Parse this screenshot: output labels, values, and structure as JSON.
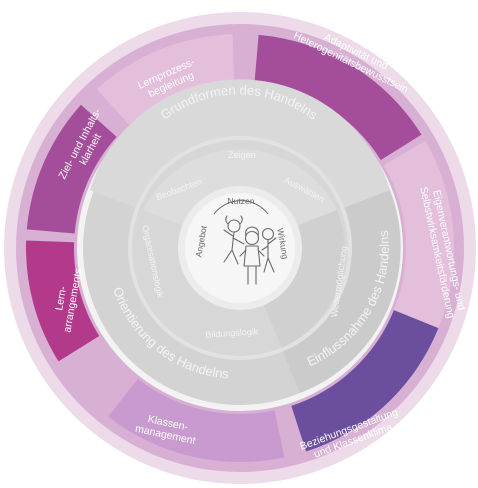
{
  "outer_ring": [
    {
      "id": "adaptivitaet",
      "lines": [
        "Adaptivität und",
        "Heterogenitätsbewusstsein"
      ]
    },
    {
      "id": "eigenverantwortung",
      "lines": [
        "Eigenverantwortungs- und",
        "Selbstwirksamkeitsförderung"
      ]
    },
    {
      "id": "beziehung",
      "lines": [
        "Beziehungsgestaltung",
        "und Klassenklima"
      ]
    },
    {
      "id": "klassenmanagement",
      "lines": [
        "Klassen-",
        "management"
      ]
    },
    {
      "id": "lernarrangements",
      "lines": [
        "Lern-",
        "arrangements"
      ]
    },
    {
      "id": "ziel",
      "lines": [
        "Ziel- und Inhalts-",
        "klarheit"
      ]
    },
    {
      "id": "lernprozess",
      "lines": [
        "Lernprozess-",
        "begleitung"
      ]
    }
  ],
  "middle_ring": {
    "top": "Grundformen des Handelns",
    "right": "Einflussnahme des Handelns",
    "left": "Orientierung des Handelns"
  },
  "inner_ring": {
    "top_items": [
      "Beobachten",
      "Zeigen",
      "Auswählen"
    ],
    "right_item": "Weltermöglichung",
    "left_items": [
      "Organisationslogik",
      "Bildungslogik"
    ]
  },
  "core": {
    "top": "Nutzen",
    "left": "Angebot",
    "right": "Wirkung"
  },
  "colors": {
    "dark_purple": "#a44d9a",
    "magenta": "#b33a8b",
    "indigo": "#6b4f9e",
    "lilac": "#c99ad0",
    "pale_pink": "#e3bfdc",
    "grey_dark": "#cfcfcf",
    "grey_mid": "#dcdcdc",
    "grey_light": "#e9e9e9"
  }
}
